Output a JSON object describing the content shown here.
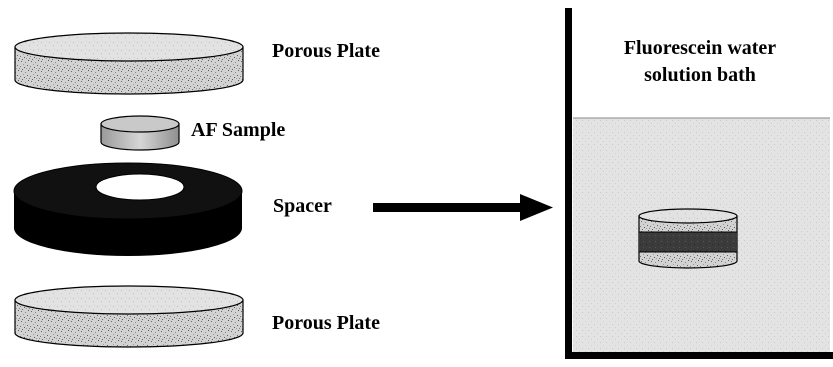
{
  "labels": {
    "porous_plate_top": "Porous Plate",
    "af_sample": "AF Sample",
    "spacer": "Spacer",
    "porous_plate_bottom": "Porous Plate"
  },
  "bath": {
    "title_line1": "Fluorescein water",
    "title_line2": "solution bath"
  },
  "colors": {
    "porous_texture_base": "#d4d4d4",
    "spacer": "#000000",
    "sample": "#b8b8b8",
    "solution": "#dcdcdc",
    "sandwich_core": "#3a3a3a"
  },
  "icons": {
    "arrow": "right-arrow-icon"
  }
}
